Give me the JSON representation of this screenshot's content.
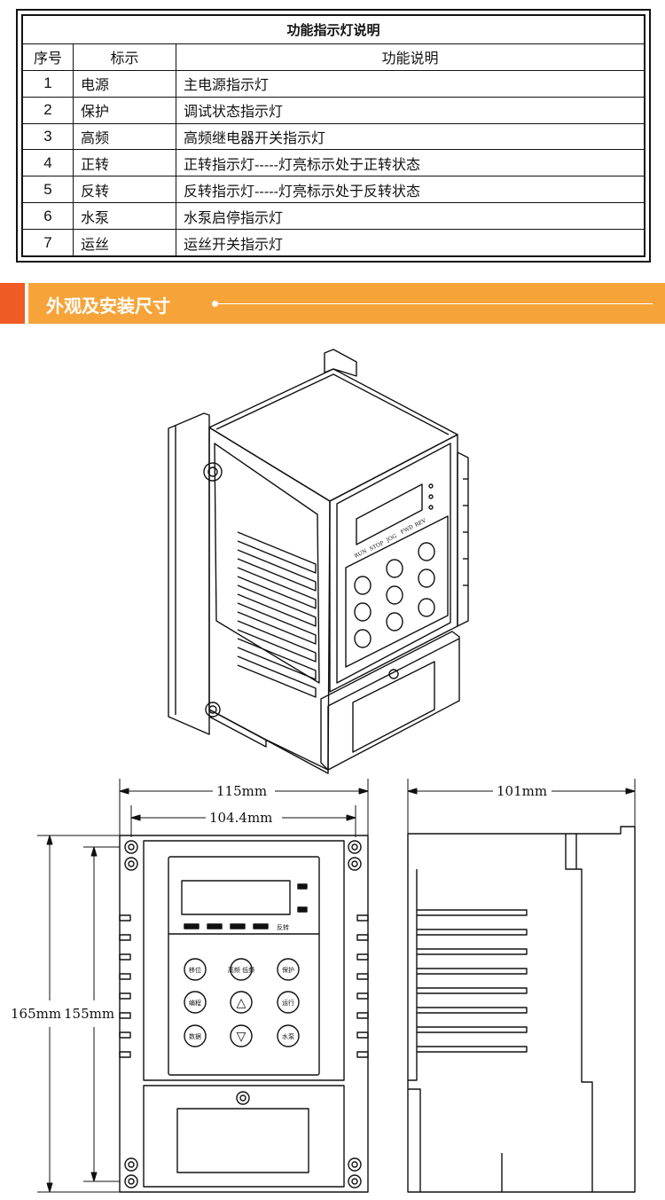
{
  "table": {
    "title": "功能指示灯说明",
    "headers": {
      "no": "序号",
      "label": "标示",
      "desc": "功能说明"
    },
    "rows": [
      {
        "no": "1",
        "label": "电源",
        "desc": "主电源指示灯"
      },
      {
        "no": "2",
        "label": "保护",
        "desc": "调试状态指示灯"
      },
      {
        "no": "3",
        "label": "高频",
        "desc": "高频继电器开关指示灯"
      },
      {
        "no": "4",
        "label": "正转",
        "desc": "正转指示灯-----灯亮标示处于正转状态"
      },
      {
        "no": "5",
        "label": "反转",
        "desc": "反转指示灯-----灯亮标示处于反转状态"
      },
      {
        "no": "6",
        "label": "水泵",
        "desc": "水泵启停指示灯"
      },
      {
        "no": "7",
        "label": "运丝",
        "desc": "运丝开关指示灯"
      }
    ]
  },
  "section": {
    "title": "外观及安装尺寸"
  },
  "iso_panel": {
    "led_labels": [
      "RUN",
      "STOP",
      "JOG",
      "FWD",
      "REV"
    ]
  },
  "front_panel": {
    "status_label": "反转",
    "buttons": [
      "移位",
      "高频\n低频",
      "保护",
      "编程",
      "△",
      "运行",
      "数据",
      "▽",
      "水泵"
    ]
  },
  "dimensions": {
    "width_outer": "115mm",
    "width_inner": "104.4mm",
    "height_outer": "165mm",
    "height_inner": "155mm",
    "depth": "101mm"
  },
  "colors": {
    "banner_tab": "#f05a24",
    "banner_bar": "#f6a43a",
    "line": "#111111"
  }
}
